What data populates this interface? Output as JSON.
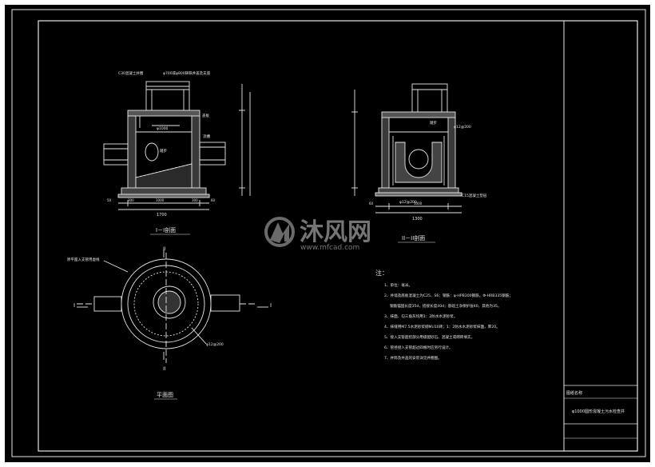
{
  "colors": {
    "background": "#000000",
    "paper": "#ffffff",
    "line": "#e6e6e6",
    "pipe": "#cfcfcf",
    "watermark": "#7d7d7d"
  },
  "drawing": {
    "sections": {
      "section1": {
        "title": "I－I剖面",
        "dims": [
          "1700",
          "300",
          "1000",
          "300",
          "50",
          "60"
        ]
      },
      "section2": {
        "title": "II－II剖面",
        "dims": [
          "1300",
          "1000",
          "60"
        ],
        "rebar": "φ12@200",
        "base_label": "C15混凝土垫层",
        "step_label": "踏步"
      },
      "plan": {
        "title": "平面图",
        "pipe_label": "原平面入支管用虚线",
        "axis_i": "I",
        "axis_ii": "II",
        "rebar": "φ12@200"
      }
    },
    "annotations": [
      "C30混凝土井圈",
      "φ700或φ800铸铁井盖及支座",
      "盖板",
      "踏步",
      "流槽",
      "φ1000"
    ],
    "notes": {
      "heading": "注：",
      "items": [
        "1、单位：毫米。",
        "2、井墙及底板混凝土为C25、S6；钢筋：φ-HPB300钢筋，Φ-HRB335钢筋；",
        "钢筋锚固长度35d，搭接长度40d；基础土净保护层40，其他为35。",
        "3、抹面、勾三角灰均用1：2防水水泥砂浆。",
        "4、抹缝用M7.5水泥砂浆砌MU10砖；1：2防水水泥砂浆抹面，厚20。",
        "5、接入支管超挖部分用级配砂石、混凝土或砌砖填实。",
        "6、管径接入支管超过四根时应另行设计。",
        "7、井筒及井盖的安装详见井圈图。"
      ]
    }
  },
  "title_block": {
    "label": "图纸名称",
    "name": "φ1000圆形混凝土污水检查井",
    "drawing_number": ""
  },
  "watermark": {
    "brand": "沐风网",
    "url": "www.mfcad.com"
  }
}
